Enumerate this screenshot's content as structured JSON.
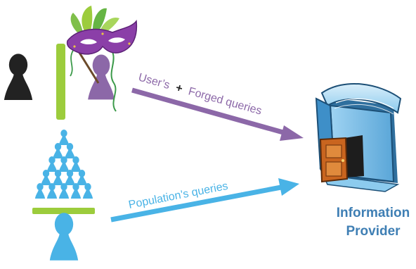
{
  "labels": {
    "user": "User’s",
    "plus": "+",
    "forged": "Forged queries",
    "population": "Population’s queries",
    "provider_line1": "Information",
    "provider_line2": "Provider"
  },
  "colors": {
    "purple": "#8c68a8",
    "blue": "#49b3e6",
    "green": "#9ccc3c",
    "black": "#222222",
    "provider_text": "#3f7fb4"
  },
  "icons": {
    "user": "pawn-icon",
    "forged_user": "pawn-icon",
    "disguise": "carnival-mask-icon",
    "crowd": "pawn-icon",
    "provider": "book-with-door-icon"
  }
}
